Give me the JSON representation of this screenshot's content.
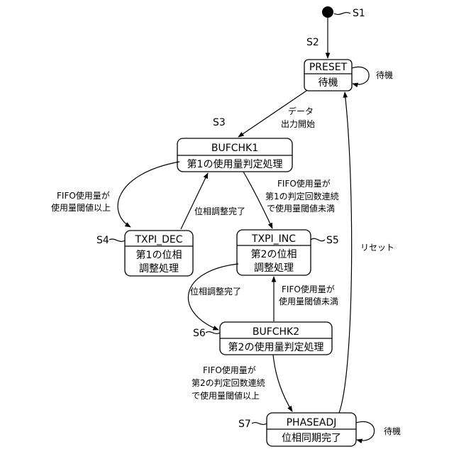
{
  "diagram": {
    "refs": {
      "s1": "S1",
      "s2": "S2",
      "s3": "S3",
      "s4": "S4",
      "s5": "S5",
      "s6": "S6",
      "s7": "S7"
    },
    "states": {
      "preset": {
        "name": "PRESET",
        "body": [
          "待機"
        ]
      },
      "bufchk1": {
        "name": "BUFCHK1",
        "body": [
          "第1の使用量判定処理"
        ]
      },
      "txpi_dec": {
        "name": "TXPI_DEC",
        "body": [
          "第1の位相",
          "調整処理"
        ]
      },
      "txpi_inc": {
        "name": "TXPI_INC",
        "body": [
          "第2の位相",
          "調整処理"
        ]
      },
      "bufchk2": {
        "name": "BUFCHK2",
        "body": [
          "第2の使用量判定処理"
        ]
      },
      "phaseadj": {
        "name": "PHASEADJ",
        "body": [
          "位相同期完了"
        ]
      }
    },
    "transitions": {
      "preset_self": [
        "待機"
      ],
      "preset_to_bufchk1": [
        "データ",
        "出力開始"
      ],
      "bufchk1_to_dec": [
        "FIFO使用量が",
        "使用量閾値以上"
      ],
      "dec_to_bufchk1": [
        "位相調整完了"
      ],
      "bufchk1_to_inc": [
        "FIFO使用量が",
        "第1の判定回数連続",
        "で使用量閾値未満"
      ],
      "inc_to_bufchk2": [
        "位相調整完了"
      ],
      "bufchk2_to_inc": [
        "FIFO使用量が",
        "使用量閾値未満"
      ],
      "bufchk2_to_phaseadj": [
        "FIFO使用量が",
        "第2の判定回数連続",
        "で使用量閾値以上"
      ],
      "phaseadj_to_preset": [
        "リセット"
      ],
      "phaseadj_self": [
        "待機"
      ]
    }
  }
}
